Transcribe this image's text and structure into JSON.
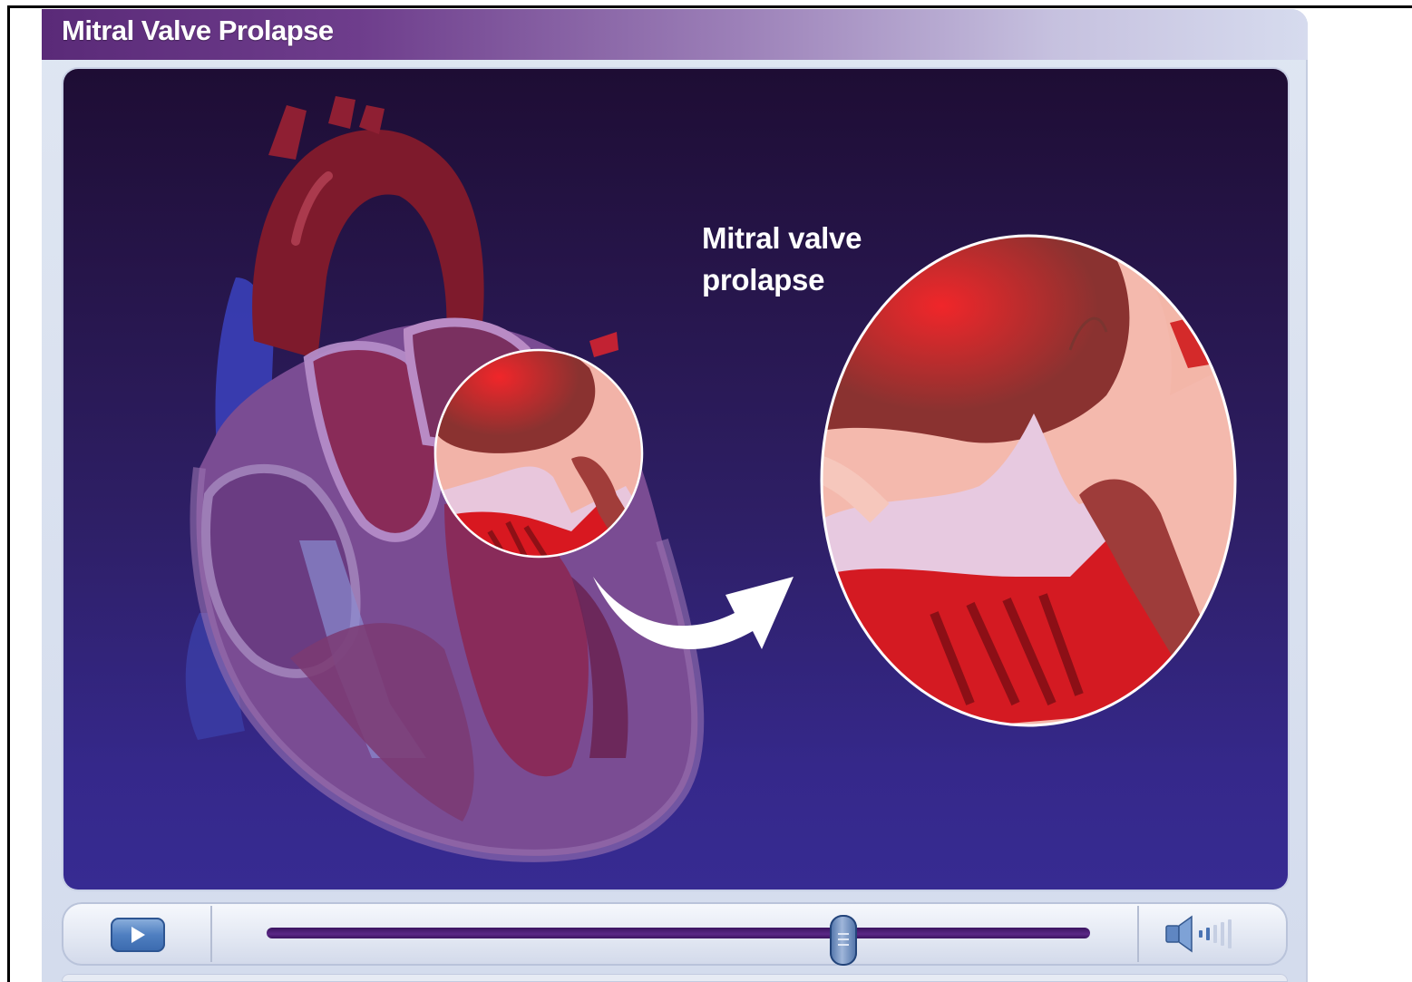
{
  "window": {
    "title": "Mitral Valve Prolapse"
  },
  "illustration": {
    "subject": "heart-cross-section",
    "callout_line1": "Mitral valve",
    "callout_line2": "prolapse"
  },
  "controls": {
    "play_icon": "play-icon",
    "volume_icon": "speaker-icon",
    "progress": 0.7
  },
  "colors": {
    "title_bar_start": "#5a2a78",
    "stage_background": "#2e1f66",
    "progress_track": "#4a1e70",
    "play_button": "#4f7fc1"
  }
}
